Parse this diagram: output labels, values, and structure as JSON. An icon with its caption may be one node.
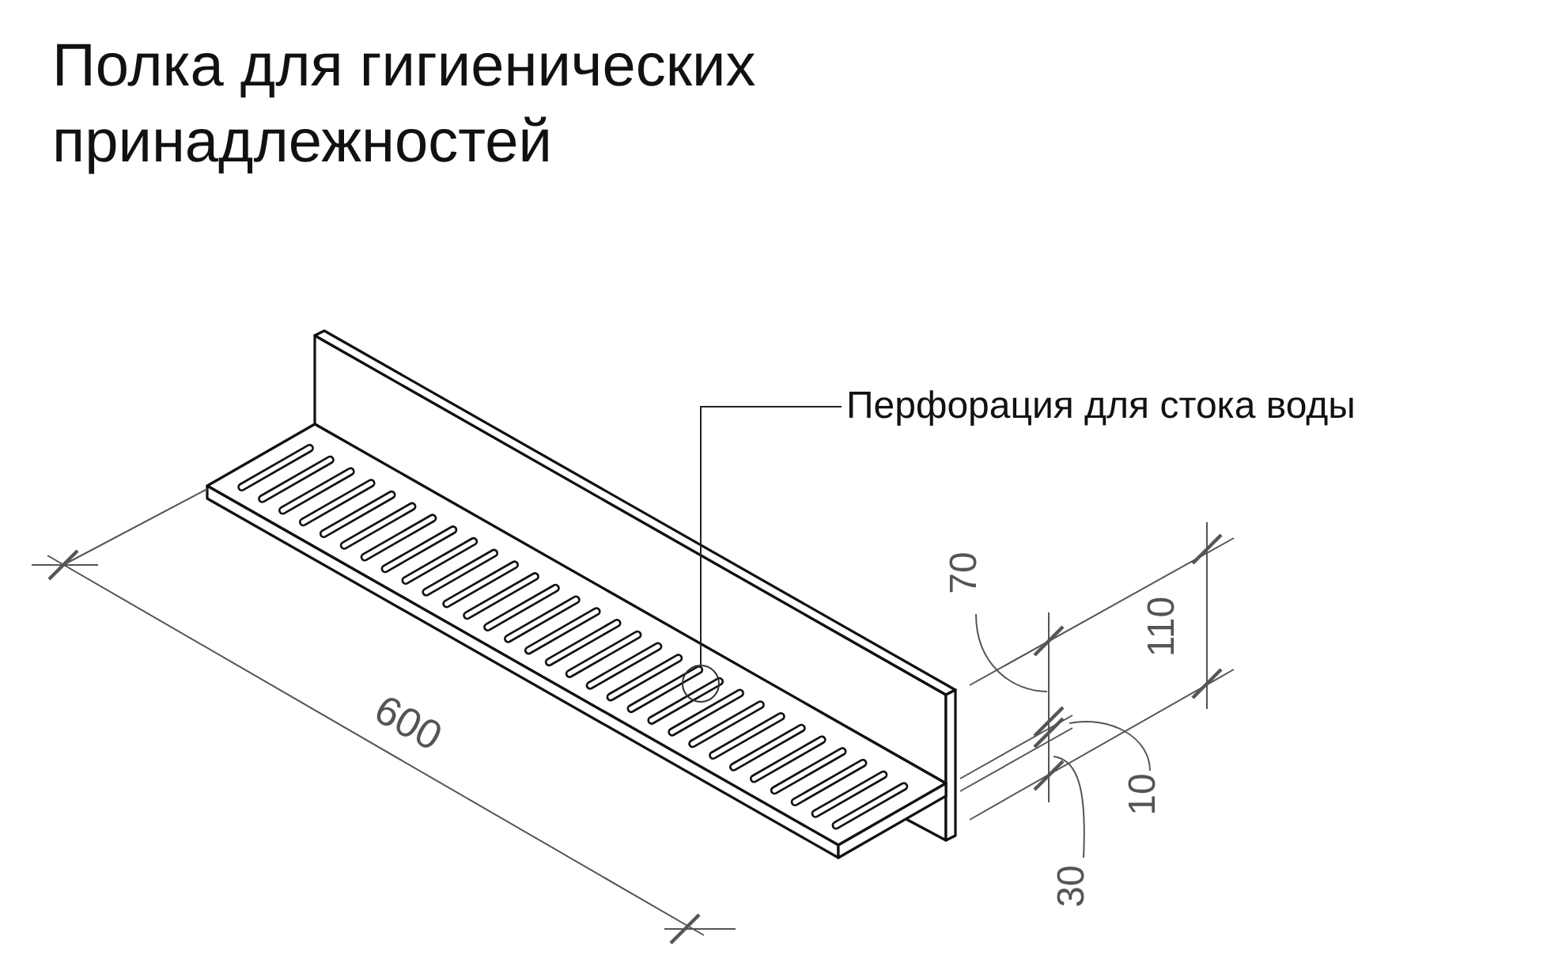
{
  "diagram": {
    "title": "Полка для гигиенических принадлежностей",
    "nodes": [
      {
        "text": [
          "Перфорация для стока воды"
        ]
      },
      {
        "text": [],
        "shape": "circle"
      }
    ],
    "edges": [
      {
        "from": 0,
        "to": 1,
        "arrow": "none"
      }
    ],
    "labels": [
      "600",
      "70",
      "110",
      "10",
      "30"
    ]
  }
}
